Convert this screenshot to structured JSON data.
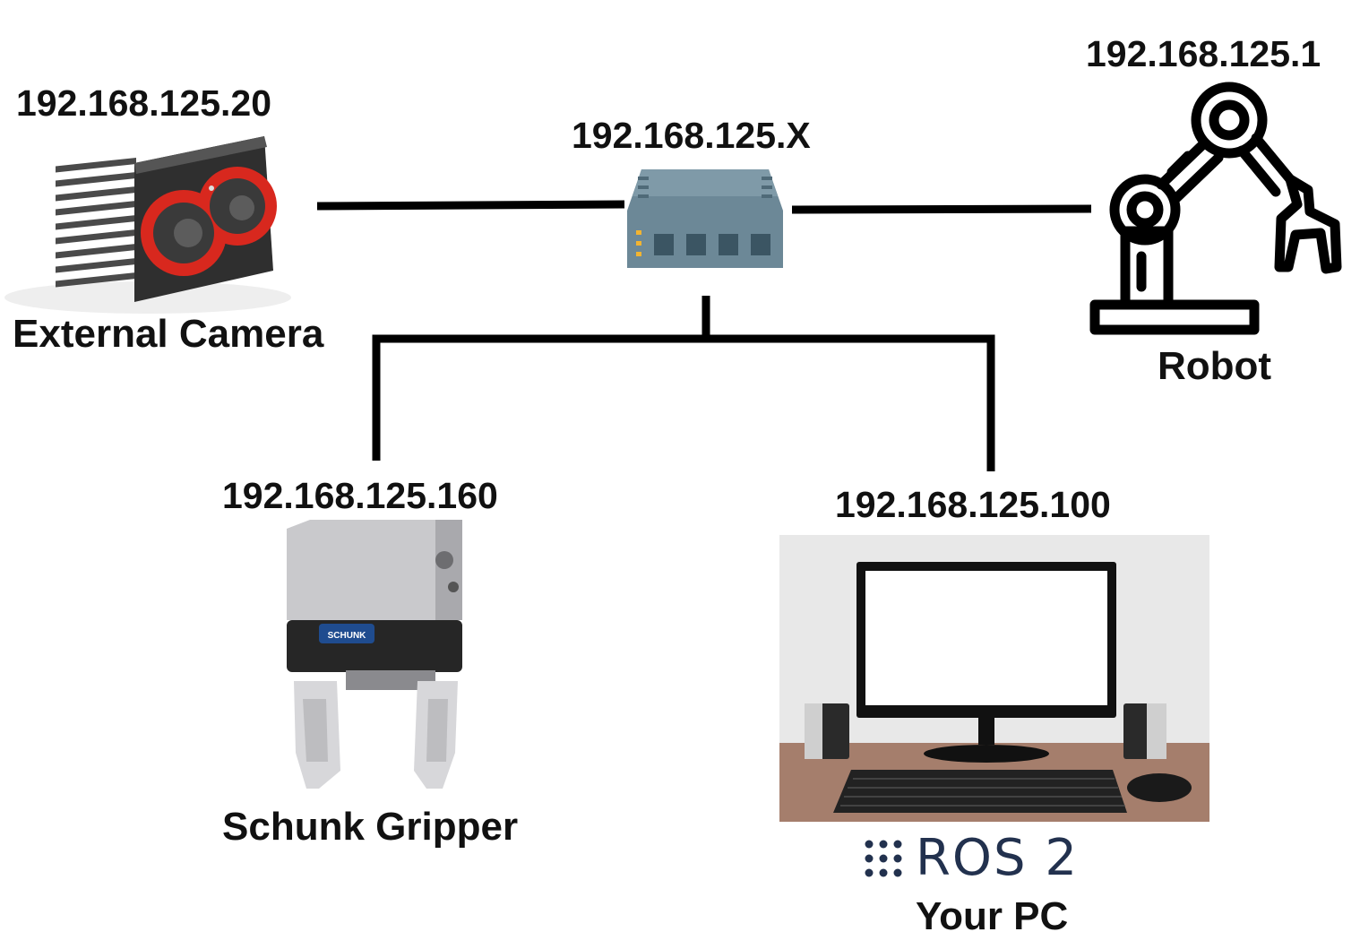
{
  "switch": {
    "ip": "192.168.125.X"
  },
  "camera": {
    "ip": "192.168.125.20",
    "name": "External Camera"
  },
  "robot": {
    "ip": "192.168.125.1",
    "name": "Robot"
  },
  "gripper": {
    "ip": "192.168.125.160",
    "name": "Schunk Gripper",
    "brand": "SCHUNK"
  },
  "pc": {
    "ip": "192.168.125.100",
    "name": "Your PC",
    "ros_logo": "ROS 2"
  },
  "colors": {
    "wire": "#000000",
    "switch_body": "#6c8897",
    "camera_accent": "#d8281e"
  }
}
